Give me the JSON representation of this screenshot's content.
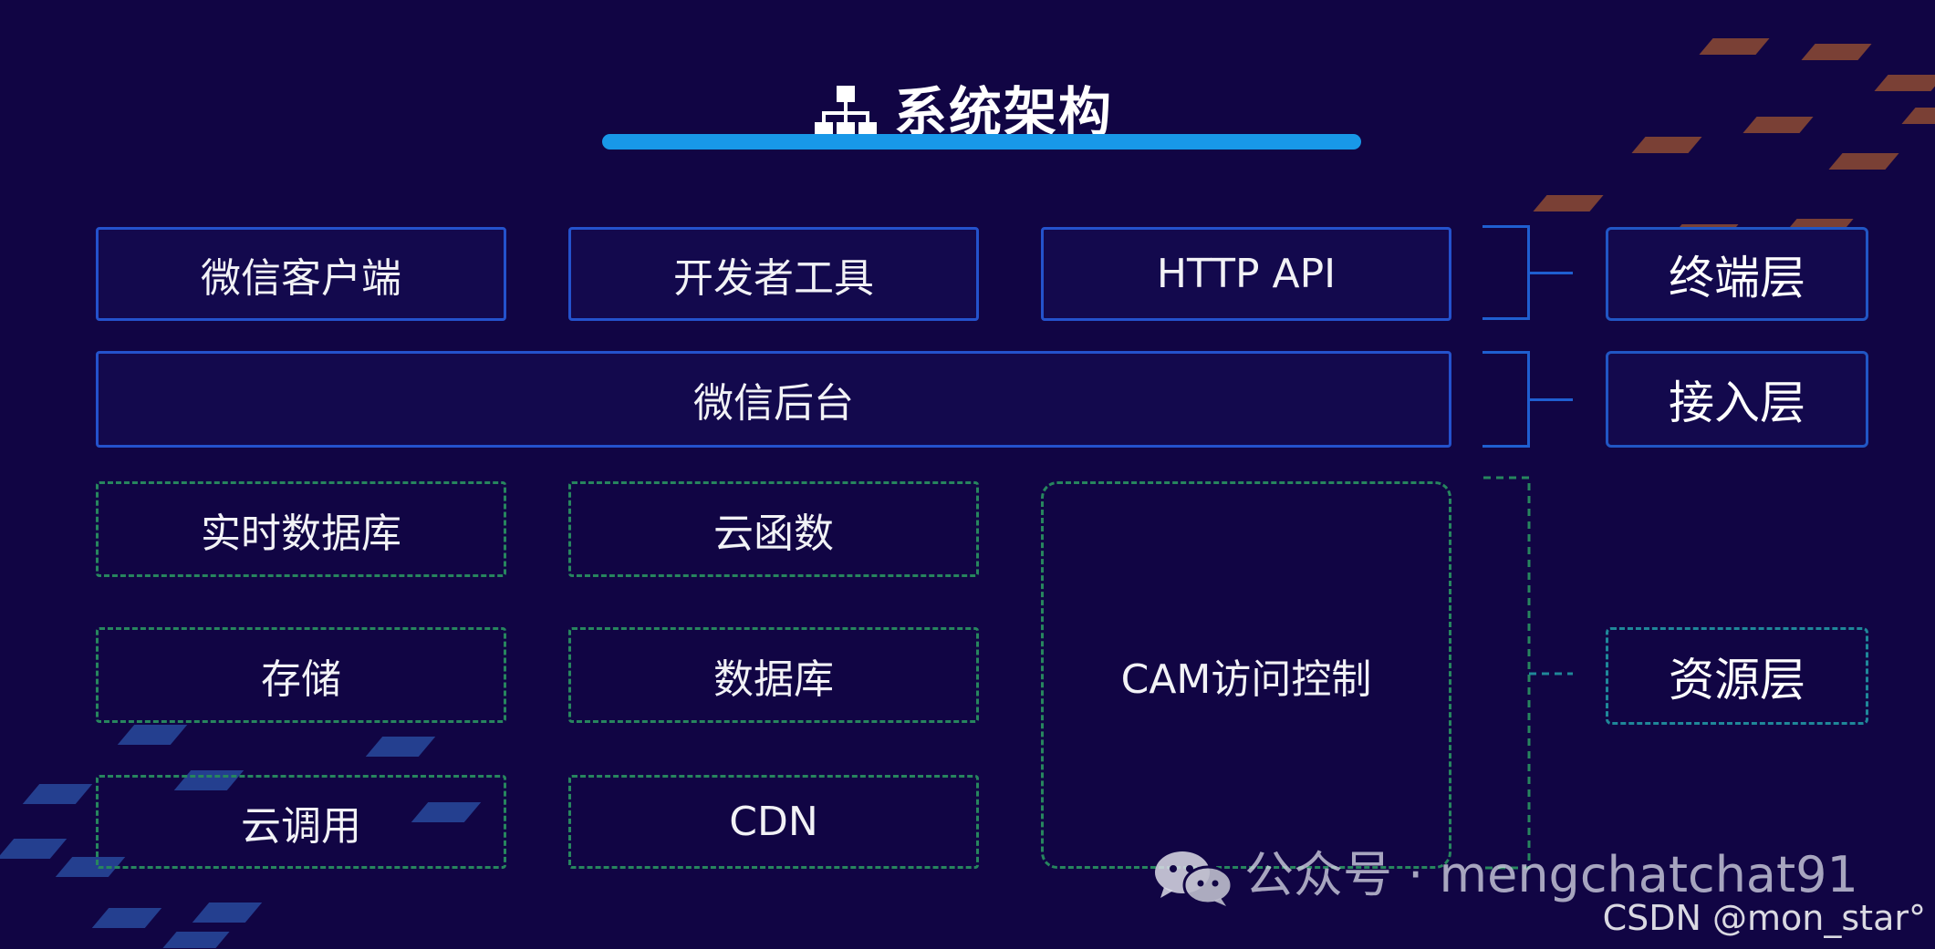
{
  "title": "系统架构",
  "terminal_row": [
    "微信客户端",
    "开发者工具",
    "HTTP API"
  ],
  "access_row": "微信后台",
  "resource_boxes": {
    "realtime_db": "实时数据库",
    "cloud_function": "云函数",
    "storage": "存储",
    "database": "数据库",
    "cloud_call": "云调用",
    "cdn": "CDN",
    "cam": "CAM访问控制"
  },
  "layers": {
    "terminal": "终端层",
    "access": "接入层",
    "resource": "资源层"
  },
  "watermark": {
    "icon": "wechat-icon",
    "text": "公众号 · mengchatchat91"
  },
  "credit": "CSDN @mon_star°",
  "colors": {
    "background": "#110544",
    "title_bar": "#1898e8",
    "solid_border": "#2452cc",
    "dashed_border": "#27865e",
    "deco_orange": "#8a4a3a",
    "deco_blue": "#1f3f8c"
  }
}
